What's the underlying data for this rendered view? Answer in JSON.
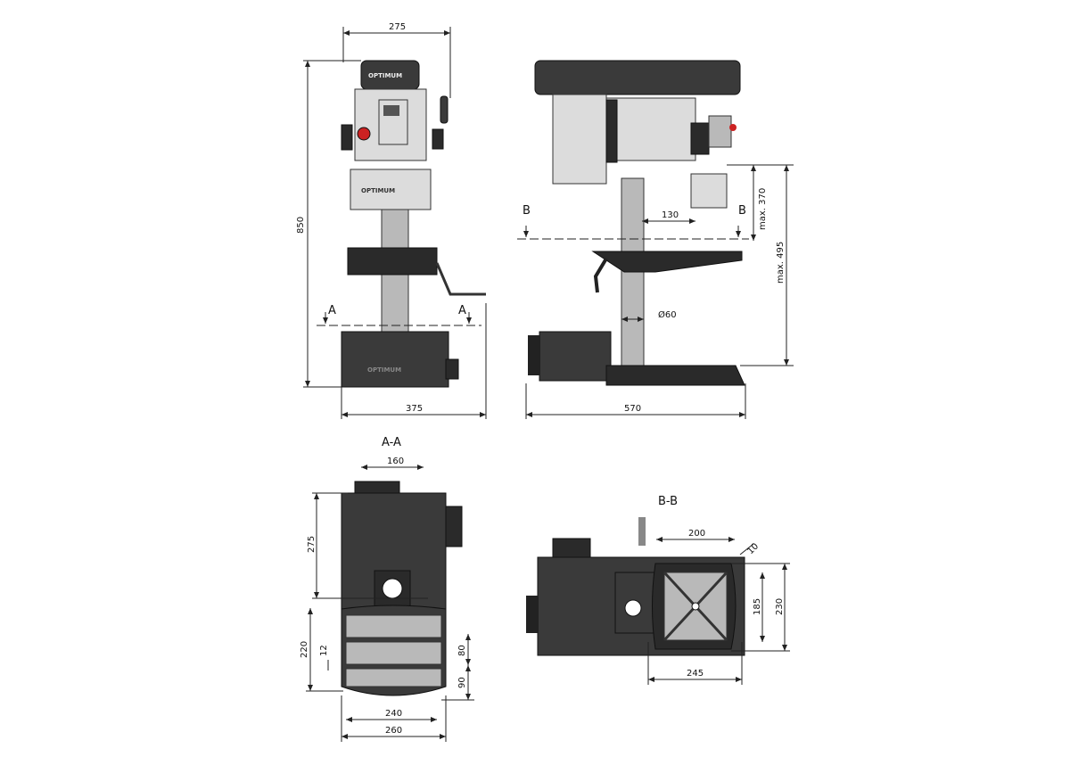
{
  "brand_logo": "OPTIMUM",
  "front_view": {
    "width_top": "275",
    "height": "850",
    "width_base": "375",
    "section_mark_left": "A",
    "section_mark_right": "A"
  },
  "side_view": {
    "depth": "570",
    "spindle_offset": "130",
    "max_spindle_table": "max. 370",
    "max_spindle_base": "max. 495",
    "column_diameter": "Ø60",
    "section_mark_left": "B",
    "section_mark_right": "B"
  },
  "section_a": {
    "title": "A-A",
    "slot_spacing": "160",
    "head_depth": "275",
    "base_length": "220",
    "slot_width": "12",
    "slot_distance_1": "80",
    "slot_distance_2": "90",
    "inner_width": "240",
    "outer_width": "260"
  },
  "section_b": {
    "title": "B-B",
    "table_slot_width": "200",
    "table_edge": "10",
    "table_inner_depth": "185",
    "table_depth": "230",
    "table_width": "245"
  }
}
